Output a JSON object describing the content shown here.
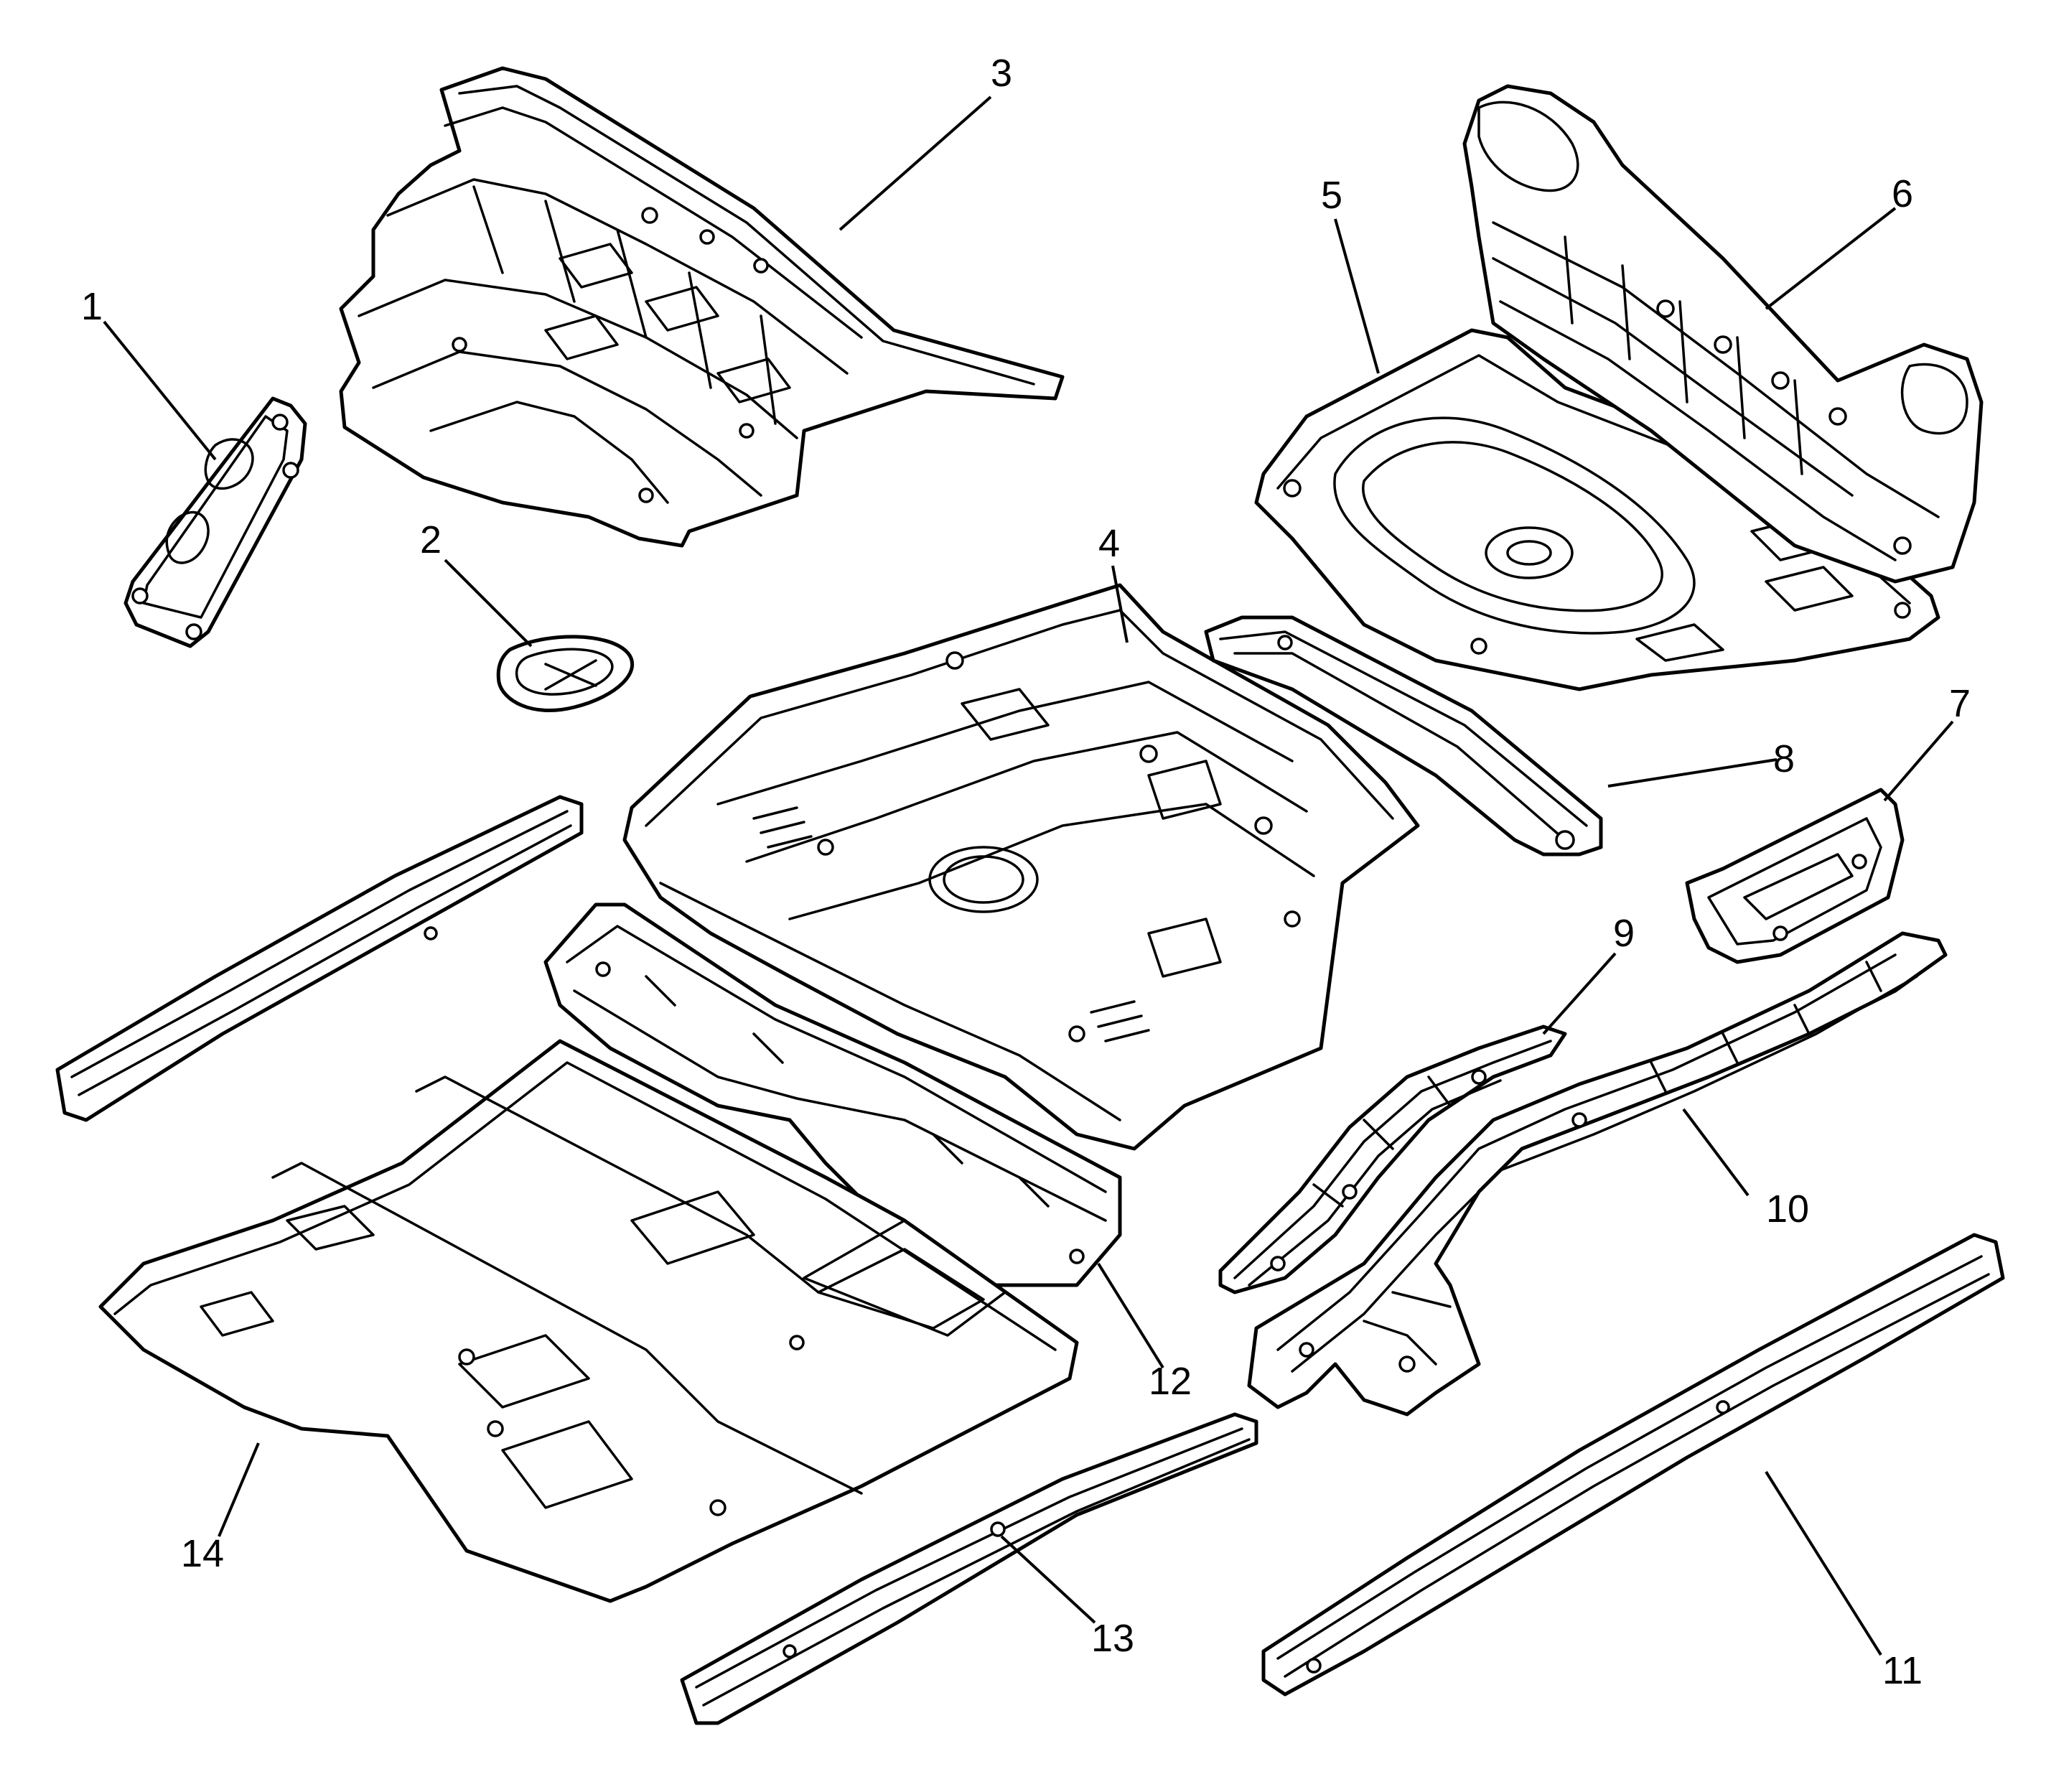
{
  "callouts": [
    {
      "id": "c1",
      "number": "1"
    },
    {
      "id": "c2",
      "number": "2"
    },
    {
      "id": "c3",
      "number": "3"
    },
    {
      "id": "c4",
      "number": "4"
    },
    {
      "id": "c5",
      "number": "5"
    },
    {
      "id": "c6",
      "number": "6"
    },
    {
      "id": "c7",
      "number": "7"
    },
    {
      "id": "c8",
      "number": "8"
    },
    {
      "id": "c9",
      "number": "9"
    },
    {
      "id": "c10",
      "number": "10"
    },
    {
      "id": "c11",
      "number": "11"
    },
    {
      "id": "c12",
      "number": "12"
    },
    {
      "id": "c13",
      "number": "13"
    },
    {
      "id": "c14",
      "number": "14"
    }
  ]
}
